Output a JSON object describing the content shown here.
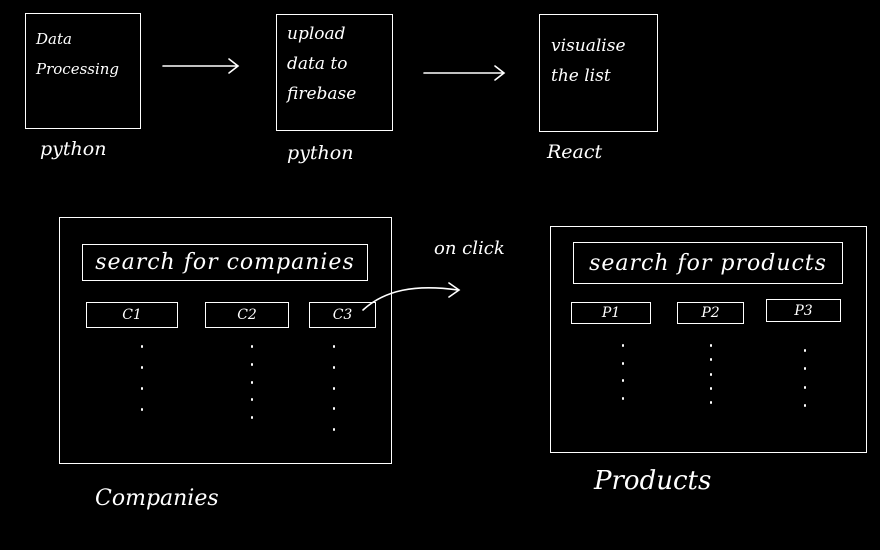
{
  "pipeline": {
    "steps": [
      {
        "label": "Data Processing",
        "tech": "python"
      },
      {
        "label": "upload data to firebase",
        "tech": "python"
      },
      {
        "label": "visualise the list",
        "tech": "React"
      }
    ]
  },
  "companies": {
    "search_label": "search for companies",
    "items": [
      "C1",
      "C2",
      "C3"
    ],
    "caption": "Companies"
  },
  "transition": {
    "label": "on click"
  },
  "products": {
    "search_label": "search for products",
    "items": [
      "P1",
      "P2",
      "P3"
    ],
    "caption": "Products"
  }
}
